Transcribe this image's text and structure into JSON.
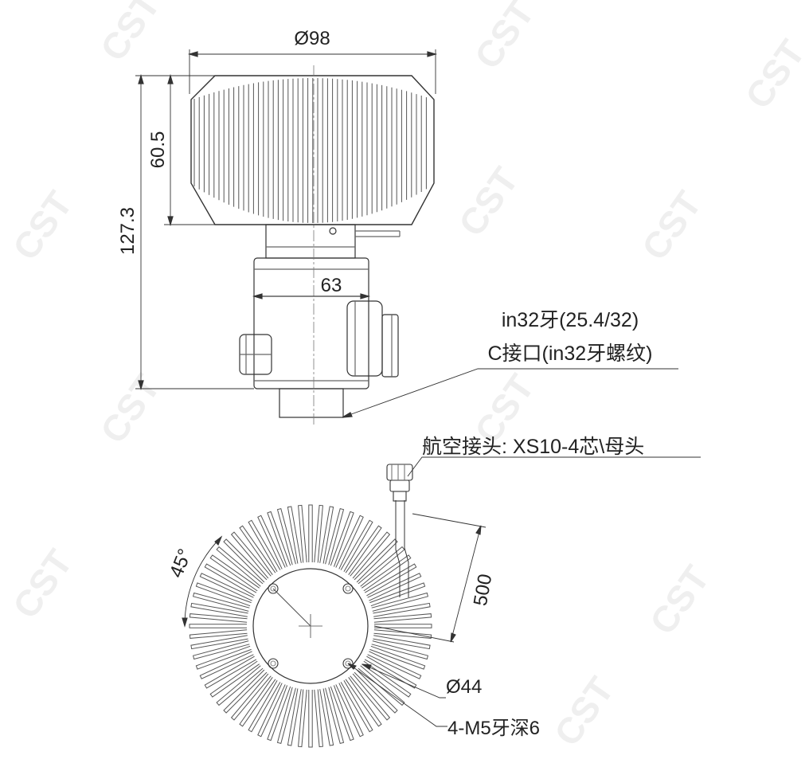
{
  "watermark": "CST",
  "side_view": {
    "width_label": "Ø98",
    "fin_height_label": "60.5",
    "total_height_label": "127.3",
    "mount_width_label": "63",
    "thread_note_line1": "in32牙(25.4/32)",
    "thread_note_line2": "C接口(in32牙螺纹)"
  },
  "bottom_view": {
    "connector_label": "航空接头: XS10-4芯\\母头",
    "cable_length_label": "500",
    "angle_label": "45°",
    "inner_dia_label": "Ø44",
    "screw_label": "4-M5牙深6"
  },
  "colors": {
    "line": "#333333",
    "fin": "#555555"
  }
}
